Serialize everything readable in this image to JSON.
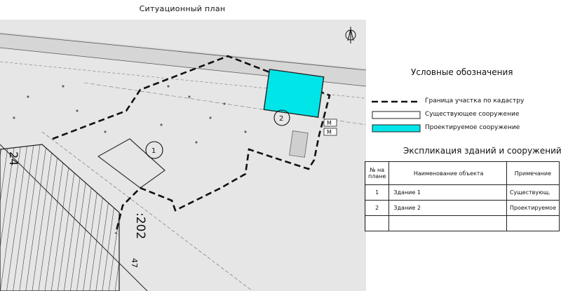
{
  "title": "Ситуационный план",
  "map": {
    "labels": {
      "street_number": ":202",
      "left_number": "24",
      "bottom_number": "47",
      "marker_1": "1",
      "marker_2": "2",
      "m_tag": "М"
    }
  },
  "legend": {
    "title": "Условные обозначения",
    "items": [
      {
        "label": "Граница участка по кадастру",
        "symbol": "dashed-line"
      },
      {
        "label": "Существующее сооружение",
        "symbol": "white-box"
      },
      {
        "label": "Проектируемое сооружение",
        "symbol": "cyan-box"
      }
    ]
  },
  "explication": {
    "title": "Экспликация зданий и сооружений",
    "headers": {
      "num": "№ на плане",
      "name": "Наименование объекта",
      "note": "Примечание"
    },
    "rows": [
      {
        "num": "1",
        "name": "Здание 1",
        "note": "Существующ."
      },
      {
        "num": "2",
        "name": "Здание 2",
        "note": "Проектируемое"
      },
      {
        "num": "",
        "name": "",
        "note": ""
      }
    ]
  },
  "colors": {
    "proposed": "#00e5e8",
    "existing": "#ffffff",
    "boundary": "#111111"
  }
}
